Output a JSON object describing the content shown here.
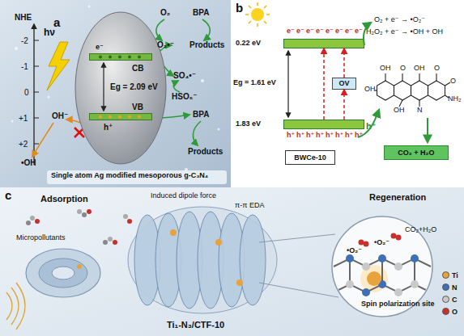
{
  "diagram": {
    "nodes": [
      {
        "text": [
          "Eg = 2.09 eV"
        ]
      },
      {
        "text": [
          "CB"
        ],
        "in": 0
      },
      {
        "text": [
          "VB"
        ],
        "in": 0
      },
      {
        "text": [
          "0.22 eV"
        ]
      },
      {
        "text": [
          "1.83 eV"
        ]
      },
      {
        "text": [
          "OV"
        ]
      },
      {
        "text": [
          "CO₂ + H₂O"
        ]
      },
      {
        "text": [
          "BWCe-10"
        ]
      }
    ],
    "edges": [
      {
        "from": 4,
        "to": 5,
        "arrow": "to"
      },
      {
        "from": 5,
        "to": 3,
        "arrow": "to"
      },
      {
        "from": 4,
        "to": 3,
        "arrow": "to"
      }
    ],
    "labels": [
      "a",
      "NHE",
      "-2",
      "-1",
      "0",
      "+1",
      "+2",
      "hν",
      "O₂",
      "BPA",
      "O₂•⁻",
      "Products",
      "SO₄•⁻",
      "HSO₅⁻",
      "e⁻",
      "h⁺",
      "OH⁻",
      "BPA",
      "Products",
      "•OH",
      "Single atom Ag modified mesoporous g-C₃N₄",
      "b",
      "Eg = 1.61 eV",
      "O₂ + e⁻ → •O₂⁻",
      "H₂O₂ + e⁻ → •OH + OH",
      "h⁺",
      "e⁻",
      "e⁻",
      "e⁻",
      "e⁻",
      "e⁻",
      "e⁻",
      "e⁻",
      "e⁻",
      "h⁺",
      "h⁺",
      "h⁺",
      "h⁺",
      "h⁺",
      "h⁺",
      "h⁺",
      "h⁺",
      "OH",
      "O",
      "OH",
      "O",
      "O",
      "NH₂",
      "OH",
      "N",
      "OH",
      "c",
      "Adsorption",
      "Micropollutants",
      "Induced dipole force",
      "π-π EDA",
      "Regeneration",
      "CO₂+H₂O",
      "•O₂⁻",
      "•O₂⁻",
      "Spin polarization site",
      "Ti₁-N₃/CTF-10"
    ],
    "legend": [
      {
        "text": "Ti",
        "color": "#e8a33d"
      },
      {
        "text": "N",
        "color": "#3f6fb5"
      },
      {
        "text": "C",
        "color": "#c9c9c9"
      },
      {
        "text": "O",
        "color": "#c8312b"
      }
    ]
  }
}
